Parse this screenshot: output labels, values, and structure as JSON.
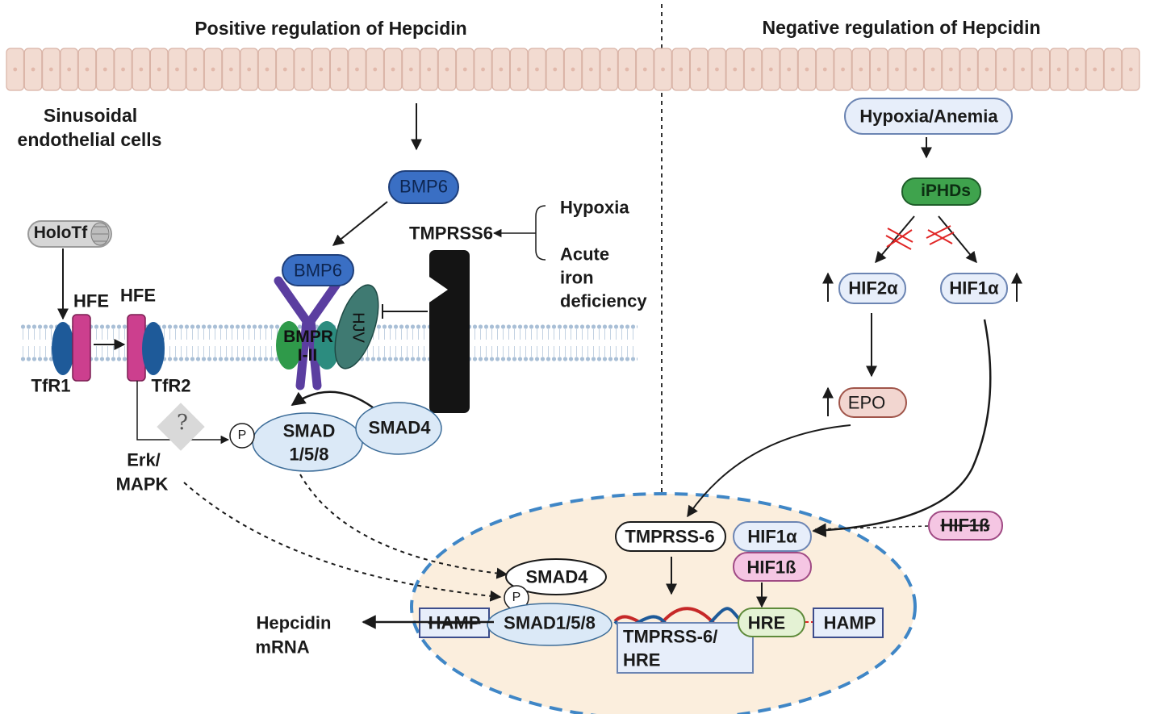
{
  "headers": {
    "left": "Positive regulation of Hepcidin",
    "right": "Negative regulation of Hepcidin"
  },
  "positive": {
    "endothelial": [
      "Sinusoidal",
      "endothelial cells"
    ],
    "holotf": "HoloTf",
    "hfe_left": "HFE",
    "hfe_right": "HFE",
    "tfr1": "TfR1",
    "tfr2": "TfR2",
    "question": "?",
    "erk": [
      "Erk/",
      "MAPK"
    ],
    "bmp6_top": "BMP6",
    "bmp6_bound": "BMP6",
    "bmpr": [
      "BMPR",
      "I-II"
    ],
    "hjv": "HJV",
    "tmprss6": "TMPRSS6",
    "stimuli": [
      "Hypoxia",
      "Acute",
      "iron",
      "deficiency"
    ],
    "p1": "P",
    "smad158": [
      "SMAD",
      "1/5/8"
    ],
    "smad4": "SMAD4"
  },
  "negative": {
    "hypoxia_anemia": "Hypoxia/Anemia",
    "iphds": "iPHDs",
    "hif2a": "HIF2α",
    "hif1a": "HIF1α",
    "epo": "EPO",
    "hif1b_out": "HIF1ß"
  },
  "nucleus": {
    "tmprss6": "TMPRSS-6",
    "hif1a": "HIF1α",
    "hif1b": "HIF1ß",
    "smad4": "SMAD4",
    "p": "P",
    "hamp_left": "HAMP",
    "smad158": "SMAD1/5/8",
    "hepcidin": [
      "Hepcidin",
      "mRNA"
    ],
    "tmprss6_hre": [
      "TMPRSS-6/",
      "HRE"
    ],
    "hre": "HRE",
    "hamp_right": "HAMP"
  },
  "colors": {
    "cell_fill": "#f2dbd1",
    "cell_border": "#d9b3a6",
    "membrane": "#a9bfd6",
    "bmp6": "#3a6fc4",
    "hfe": "#cc3f8e",
    "receptor_blue": "#1e5a99",
    "hjv": "#3f7a72",
    "bmpr_purple": "#5b3ea0",
    "smad_fill": "#dbe9f7",
    "iphds": "#3fa34d",
    "epo": "#f2d6d0",
    "hif1b": "#f5c6e3",
    "nucleus_fill": "#fbeedd",
    "nucleus_border": "#3f86c6",
    "hre_fill": "#e4f2d4"
  }
}
